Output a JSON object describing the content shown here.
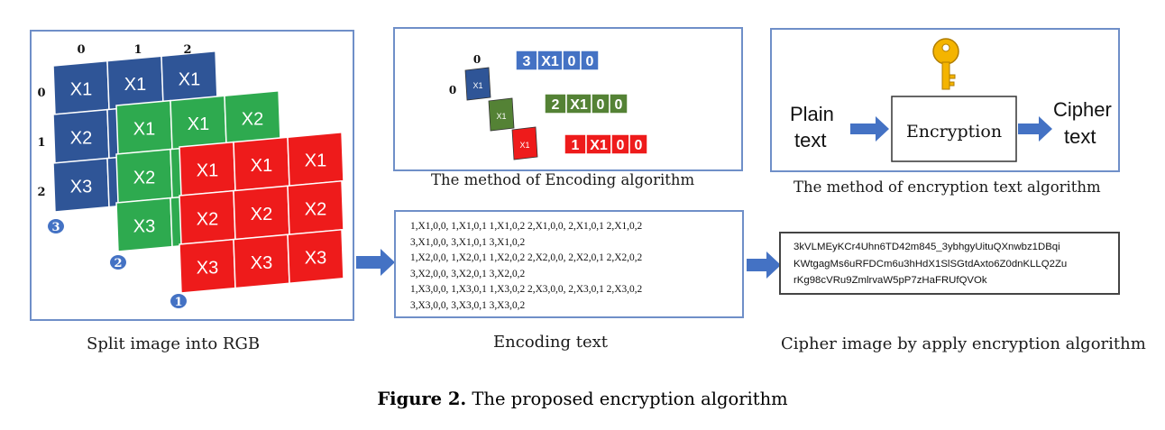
{
  "panels": {
    "rgb": {
      "caption": "Split image into RGB",
      "col_labels": [
        "0",
        "1",
        "2"
      ],
      "row_labels": [
        "0",
        "1",
        "2"
      ],
      "blue_cells": [
        [
          "X1",
          "X1",
          "X1"
        ],
        [
          "X2",
          "",
          ""
        ],
        [
          "X3",
          "",
          ""
        ]
      ],
      "green_cells": [
        [
          "X1",
          "X1",
          "X2"
        ],
        [
          "X2",
          "",
          ""
        ],
        [
          "X3",
          "",
          ""
        ]
      ],
      "red_cells": [
        [
          "X1",
          "X1",
          "X1"
        ],
        [
          "X2",
          "X2",
          "X2"
        ],
        [
          "X3",
          "X3",
          "X3"
        ]
      ],
      "channel_badges": [
        "3",
        "2",
        "1"
      ],
      "colors": {
        "blue": "#2f5597",
        "green": "#2eaa4f",
        "red": "#ee1b1b"
      }
    },
    "encoding_method": {
      "caption": "The method of Encoding algorithm",
      "col_label": "0",
      "row_label": "0",
      "pixel_label": "X1",
      "codes": [
        {
          "cells": [
            "3",
            "X1",
            "0",
            "0"
          ],
          "color": "#4472c4"
        },
        {
          "cells": [
            "2",
            "X1",
            "0",
            "0"
          ],
          "color": "#548235"
        },
        {
          "cells": [
            "1",
            "X1",
            "0",
            "0"
          ],
          "color": "#ee1b1b"
        }
      ]
    },
    "encryption_method": {
      "caption": "The method of encryption text algorithm",
      "input_label_line1": "Plain",
      "input_label_line2": "text",
      "process_label": "Encryption",
      "output_label_line1": "Cipher",
      "output_label_line2": "text",
      "key_icon": "key-icon"
    },
    "encoding_text": {
      "caption": "Encoding text",
      "lines": [
        "1,X1,0,0, 1,X1,0,1 1,X1,0,2 2,X1,0,0, 2,X1,0,1 2,X1,0,2",
        "3,X1,0,0, 3,X1,0,1 3,X1,0,2",
        "1,X2,0,0, 1,X2,0,1 1,X2,0,2 2,X2,0,0, 2,X2,0,1 2,X2,0,2",
        "3,X2,0,0, 3,X2,0,1 3,X2,0,2",
        "1,X3,0,0, 1,X3,0,1 1,X3,0,2 2,X3,0,0, 2,X3,0,1 2,X3,0,2",
        "3,X3,0,0, 3,X3,0,1 3,X3,0,2"
      ]
    },
    "cipher": {
      "caption": "Cipher image by apply encryption algorithm",
      "lines": [
        "3kVLMEyKCr4Uhn6TD42m845_3ybhgyUituQXnwbz1DBqi",
        "KWtgagMs6uRFDCm6u3hHdX1SlSGtdAxto6Z0dnKLLQ2Zu",
        "rKg98cVRu9ZmlrvaW5pP7zHaFRUfQVOk"
      ]
    }
  },
  "figure": {
    "label": "Figure 2.",
    "title": " The proposed encryption algorithm"
  },
  "arrow_color": "#4472c4"
}
